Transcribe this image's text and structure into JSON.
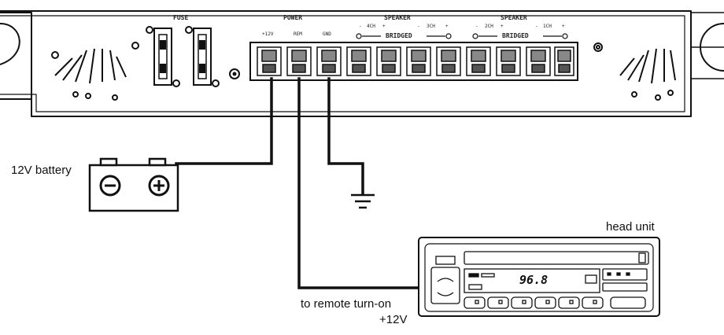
{
  "amp": {
    "fuse_label": "FUSE",
    "power_label": "POWER",
    "terminals": [
      "+12V",
      "REM",
      "GND"
    ],
    "speaker_group_1": {
      "title": "SPEAKER",
      "ch_a": "4CH",
      "ch_b": "3CH",
      "plus": "+",
      "minus": "-",
      "bridged": "BRIDGED"
    },
    "speaker_group_2": {
      "title": "SPEAKER",
      "ch_a": "2CH",
      "ch_b": "1CH",
      "plus": "+",
      "minus": "-",
      "bridged": "BRIDGED"
    }
  },
  "battery": {
    "label": "12V battery",
    "neg_symbol": "⊖",
    "pos_symbol": "⊕"
  },
  "head_unit": {
    "label": "head unit",
    "display": "96.8"
  },
  "remote": {
    "line1": "to remote turn-on",
    "line2": "+12V"
  }
}
